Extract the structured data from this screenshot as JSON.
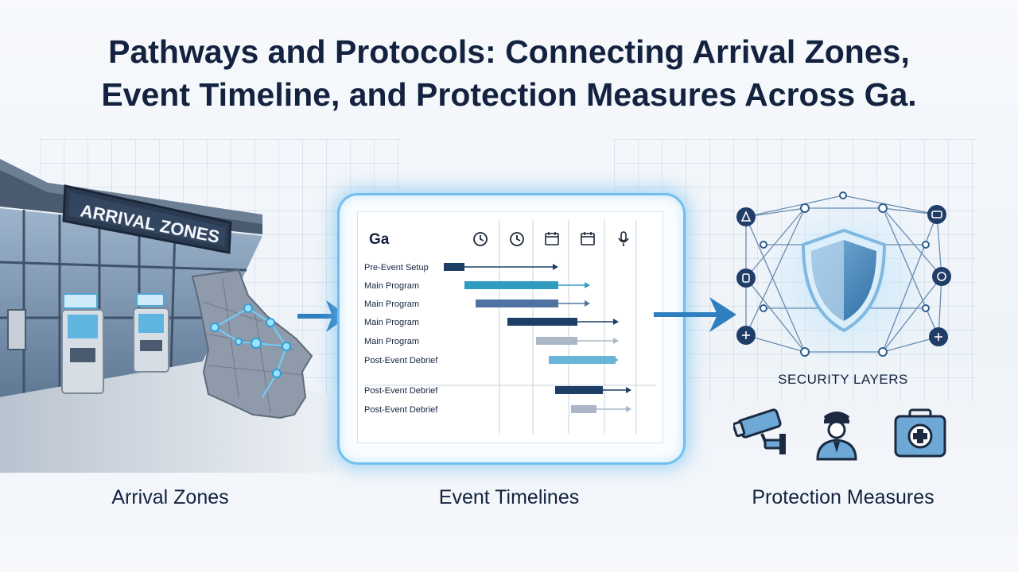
{
  "title": {
    "line1": "Pathways and Protocols: Connecting Arrival Zones,",
    "line2": "Event Timeline, and Protection Measures Across Ga."
  },
  "arrival": {
    "sign_text": "ARRIVAL ZONES",
    "label": "Arrival Zones"
  },
  "timeline": {
    "chart_title": "Ga",
    "header_icons": [
      "clock-icon",
      "clock-icon",
      "calendar-icon",
      "calendar-icon",
      "microphone-icon"
    ],
    "label": "Event Timelines"
  },
  "protection": {
    "security_label": "SECURITY LAYERS",
    "icons": [
      "security-camera-icon",
      "security-guard-icon",
      "first-aid-kit-icon"
    ],
    "label": "Protection Measures"
  },
  "colors": {
    "accent": "#2f7fc0",
    "glow": "#6fc0ee",
    "navy": "#1d3f66",
    "teal": "#2f9bbf",
    "slate": "#5a7ea6",
    "gray": "#a9b7c6",
    "light_blue": "#68b5d9"
  },
  "chart_data": {
    "type": "gantt",
    "title": "Ga",
    "rows": [
      {
        "label": "Pre-Event Setup",
        "start": 0.0,
        "end": 0.13,
        "arrow_end": 0.72,
        "color": "#1d3f66"
      },
      {
        "label": "Main Program",
        "start": 0.13,
        "end": 0.72,
        "arrow_end": 0.92,
        "color": "#2f9bbf"
      },
      {
        "label": "Main Program",
        "start": 0.2,
        "end": 0.72,
        "arrow_end": 0.92,
        "color": "#4f73a0"
      },
      {
        "label": "Main Program",
        "start": 0.4,
        "end": 0.84,
        "arrow_end": 1.1,
        "color": "#1d3f66"
      },
      {
        "label": "Main Program",
        "start": 0.58,
        "end": 0.84,
        "arrow_end": 1.1,
        "color": "#a9b7c6"
      },
      {
        "label": "Post-Event Debrief",
        "start": 0.66,
        "end": 1.08,
        "arrow_end": 1.1,
        "color": "#68b5d9"
      },
      {
        "label": "Post-Event Debrief",
        "start": 0.7,
        "end": 1.0,
        "arrow_end": 1.18,
        "color": "#1d3f66"
      },
      {
        "label": "Post-Event Debrief",
        "start": 0.8,
        "end": 0.96,
        "arrow_end": 1.18,
        "color": "#a9b7c6"
      }
    ]
  }
}
